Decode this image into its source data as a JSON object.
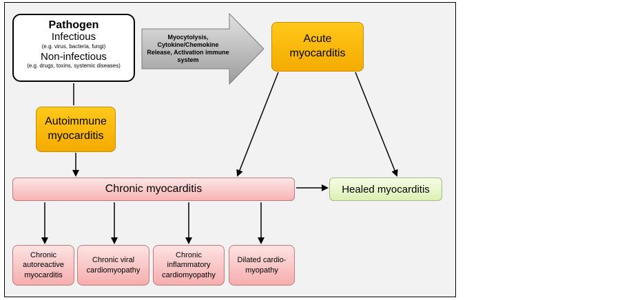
{
  "pathogen": {
    "title": "Pathogen",
    "infectious": "Infectious",
    "infectious_examples": "(e.g. virus, bacteria, fungi)",
    "noninfectious": "Non-infectious",
    "noninfectious_examples": "(e.g. drugs, toxins, systemic diseases)"
  },
  "mechanism_arrow": {
    "label": "Myocytolysis,\nCytokine/Chemokine\nRelease, Activation immune\nsystem"
  },
  "acute": {
    "label": "Acute\nmyocarditis"
  },
  "autoimmune": {
    "label": "Autoimmune\nmyocarditis"
  },
  "chronic": {
    "label": "Chronic myocarditis"
  },
  "healed": {
    "label": "Healed myocarditis"
  },
  "outcomes": [
    {
      "label": "Chronic\nautoreactive\nmyocarditis"
    },
    {
      "label": "Chronic viral\ncardiomyopathy"
    },
    {
      "label": "Chronic\ninflammatory\ncardiomyopathy"
    },
    {
      "label": "Dilated cardio-\nmyopathy"
    }
  ],
  "colors": {
    "orange": "#f5ab00",
    "chronic_pink": "#f7b3b3",
    "healed_green": "#dcf0b4",
    "arrow_gray": "#b8b8b8"
  }
}
